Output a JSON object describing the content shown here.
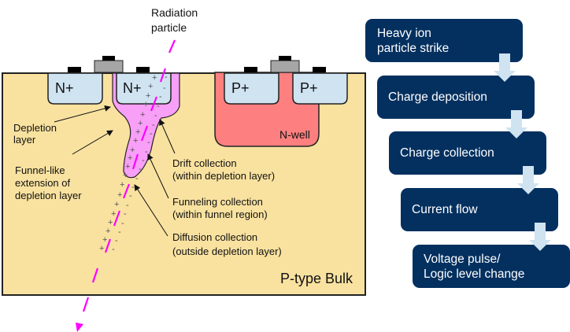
{
  "cross_section": {
    "particle_label_line1": "Radiation",
    "particle_label_line2": "particle",
    "n_plus_left": "N+",
    "n_plus_right": "N+",
    "p_plus_left": "P+",
    "p_plus_right": "P+",
    "nwell_label": "N-well",
    "bulk_label": "P-type Bulk",
    "annotations": {
      "depletion_line1": "Depletion",
      "depletion_line2": "layer",
      "funnel_line1": "Funnel-like",
      "funnel_line2": "extension of",
      "funnel_line3": "depletion layer",
      "drift_line1": "Drift collection",
      "drift_line2": "(within depletion layer)",
      "funneling_line1": "Funneling collection",
      "funneling_line2": "(within funnel region)",
      "diffusion_line1": "Diffusion collection",
      "diffusion_line2": "(outside depletion layer)"
    },
    "plus_sign": "+",
    "minus_sign": "-",
    "colors": {
      "bulk": "#f9e2a0",
      "diffusion": "#cfe3f1",
      "nwell": "#fd7f7f",
      "depletion": "#f89ff7",
      "particle": "#ff00ff",
      "gate": "#a6a6a6",
      "contact": "#000000"
    }
  },
  "flowchart": {
    "steps": [
      {
        "label": "Heavy ion\nparticle strike"
      },
      {
        "label": "Charge deposition"
      },
      {
        "label": "Charge collection"
      },
      {
        "label": "Current flow"
      },
      {
        "label": "Voltage pulse/\nLogic level change"
      }
    ],
    "colors": {
      "box": "#03305f",
      "text": "#ffffff",
      "arrow": "#cfe3f1"
    }
  }
}
